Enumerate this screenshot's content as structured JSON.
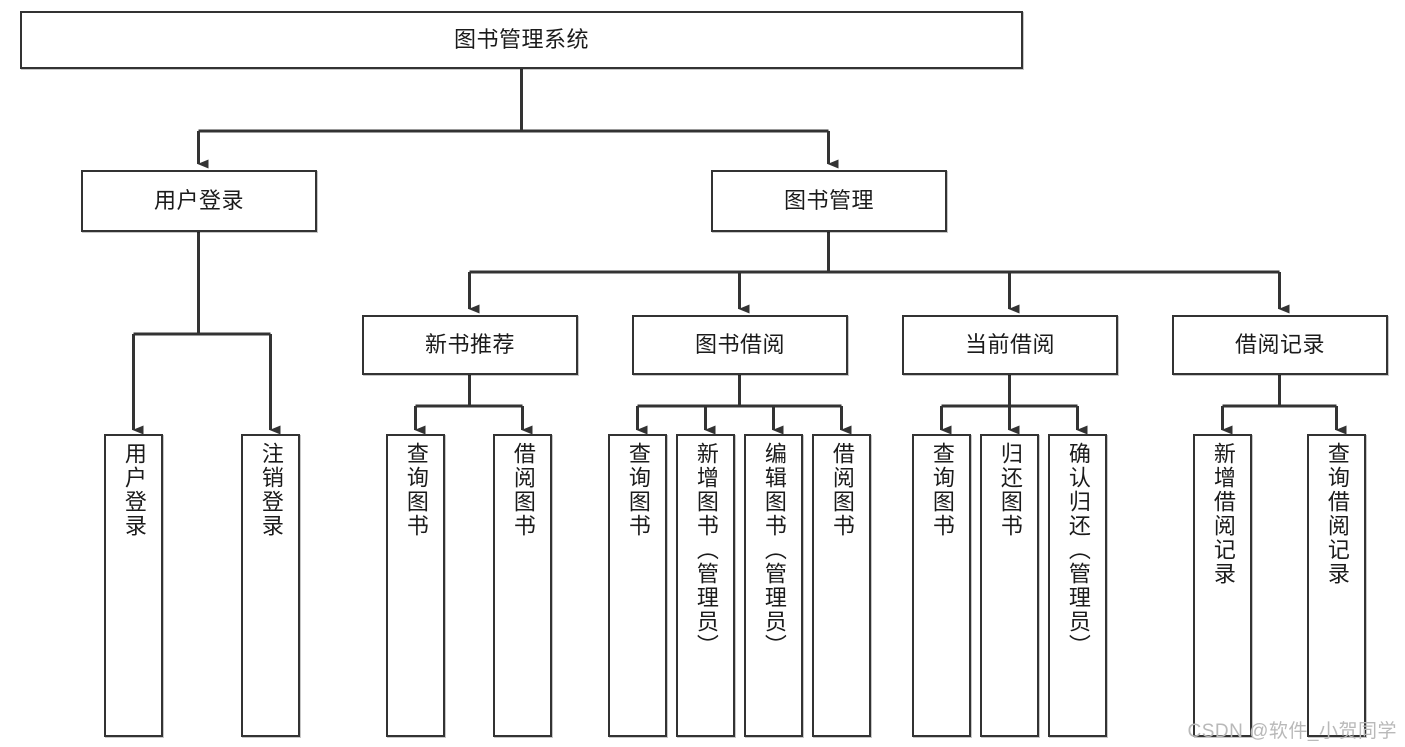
{
  "diagram": {
    "title": "图书管理系统",
    "type": "tree-hierarchy",
    "watermark": "CSDN @软件_小贺同学",
    "colors": {
      "box_border": "#333333",
      "box_fill": "#ffffff",
      "connector": "#333333",
      "text": "#1b1b1b",
      "watermark": "#b9b9b9"
    },
    "root": {
      "id": "root",
      "label": "图书管理系统",
      "orientation": "horizontal"
    },
    "level2": [
      {
        "id": "user-login",
        "label": "用户登录",
        "orientation": "horizontal"
      },
      {
        "id": "book-management",
        "label": "图书管理",
        "orientation": "horizontal"
      }
    ],
    "level3": [
      {
        "id": "new-book-recommend",
        "label": "新书推荐",
        "orientation": "horizontal",
        "parent": "book-management"
      },
      {
        "id": "book-borrow",
        "label": "图书借阅",
        "orientation": "horizontal",
        "parent": "book-management"
      },
      {
        "id": "current-borrow",
        "label": "当前借阅",
        "orientation": "horizontal",
        "parent": "book-management"
      },
      {
        "id": "borrow-record",
        "label": "借阅记录",
        "orientation": "horizontal",
        "parent": "book-management"
      }
    ],
    "leaves": [
      {
        "id": "leaf-user-login",
        "label": "用户登录",
        "orientation": "vertical",
        "parent": "user-login"
      },
      {
        "id": "leaf-user-logout",
        "label": "注销登录",
        "orientation": "vertical",
        "parent": "user-login"
      },
      {
        "id": "leaf-query-book-1",
        "label": "查询图书",
        "orientation": "vertical",
        "parent": "new-book-recommend"
      },
      {
        "id": "leaf-borrow-book-1",
        "label": "借阅图书",
        "orientation": "vertical",
        "parent": "new-book-recommend"
      },
      {
        "id": "leaf-query-book-2",
        "label": "查询图书",
        "orientation": "vertical",
        "parent": "book-borrow"
      },
      {
        "id": "leaf-add-book",
        "label": "新增图书（管理员）",
        "orientation": "vertical",
        "parent": "book-borrow"
      },
      {
        "id": "leaf-edit-book",
        "label": "编辑图书（管理员）",
        "orientation": "vertical",
        "parent": "book-borrow"
      },
      {
        "id": "leaf-borrow-book-2",
        "label": "借阅图书",
        "orientation": "vertical",
        "parent": "book-borrow"
      },
      {
        "id": "leaf-query-book-3",
        "label": "查询图书",
        "orientation": "vertical",
        "parent": "current-borrow"
      },
      {
        "id": "leaf-return-book",
        "label": "归还图书",
        "orientation": "vertical",
        "parent": "current-borrow"
      },
      {
        "id": "leaf-confirm-return",
        "label": "确认归还（管理员）",
        "orientation": "vertical",
        "parent": "current-borrow"
      },
      {
        "id": "leaf-add-record",
        "label": "新增借阅记录",
        "orientation": "vertical",
        "parent": "borrow-record"
      },
      {
        "id": "leaf-query-record",
        "label": "查询借阅记录",
        "orientation": "vertical",
        "parent": "borrow-record"
      }
    ]
  }
}
